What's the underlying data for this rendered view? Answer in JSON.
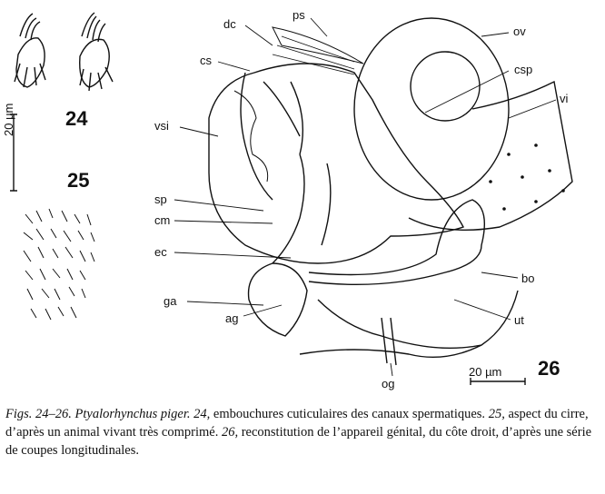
{
  "figure": {
    "numbers": {
      "fig24": "24",
      "fig25": "25",
      "fig26": "26"
    },
    "scale_bars": {
      "small": "20 µm",
      "large": "20 µm"
    },
    "labels": {
      "dc": "dc",
      "ps": "ps",
      "ov": "ov",
      "cs": "cs",
      "csp": "csp",
      "vi": "vi",
      "vsi": "vsi",
      "sp": "sp",
      "cm": "cm",
      "ec": "ec",
      "bo": "bo",
      "ga": "ga",
      "ut": "ut",
      "ag": "ag",
      "og": "og"
    }
  },
  "caption": {
    "lead": "Figs. 24–26.",
    "species": "Ptyalorhynchus piger.",
    "n24": "24,",
    "t24": "embouchures cuticulaires des canaux spermatiques.",
    "n25": "25,",
    "t25": "aspect du cirre, d’après un animal vivant très comprimé.",
    "n26": "26,",
    "t26": "reconstitution de l’appareil génital, du côte droit, d’après une série de coupes longitudinales."
  }
}
